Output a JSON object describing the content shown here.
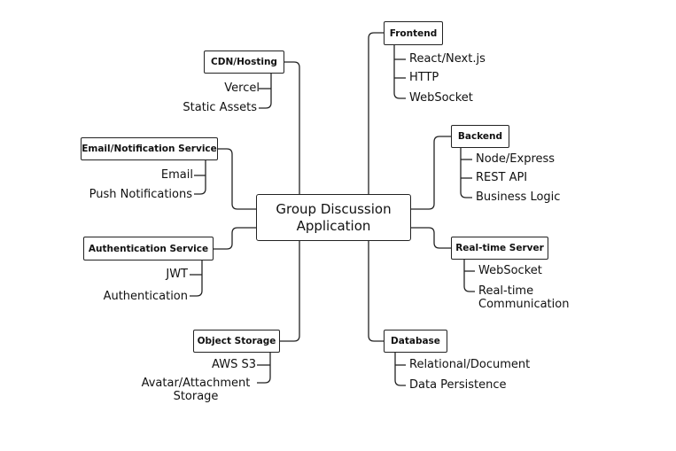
{
  "center": {
    "line1": "Group Discussion",
    "line2": "Application"
  },
  "cdn": {
    "label": "CDN/Hosting",
    "items": [
      "Vercel",
      "Static Assets"
    ]
  },
  "email": {
    "label": "Email/Notification Service",
    "items": [
      "Email",
      "Push Notifications"
    ]
  },
  "auth": {
    "label": "Authentication Service",
    "items": [
      "JWT",
      "Authentication"
    ]
  },
  "storage": {
    "label": "Object Storage",
    "items": [
      "AWS S3",
      "Avatar/Attachment",
      "Storage"
    ]
  },
  "frontend": {
    "label": "Frontend",
    "items": [
      "React/Next.js",
      "HTTP",
      "WebSocket"
    ]
  },
  "backend": {
    "label": "Backend",
    "items": [
      "Node/Express",
      "REST API",
      "Business Logic"
    ]
  },
  "realtime": {
    "label": "Real-time Server",
    "items": [
      "WebSocket",
      "Real-time",
      "Communication"
    ]
  },
  "database": {
    "label": "Database",
    "items": [
      "Relational/Document",
      "Data Persistence"
    ]
  },
  "colors": {
    "line": "#222222",
    "background": "#ffffff"
  }
}
